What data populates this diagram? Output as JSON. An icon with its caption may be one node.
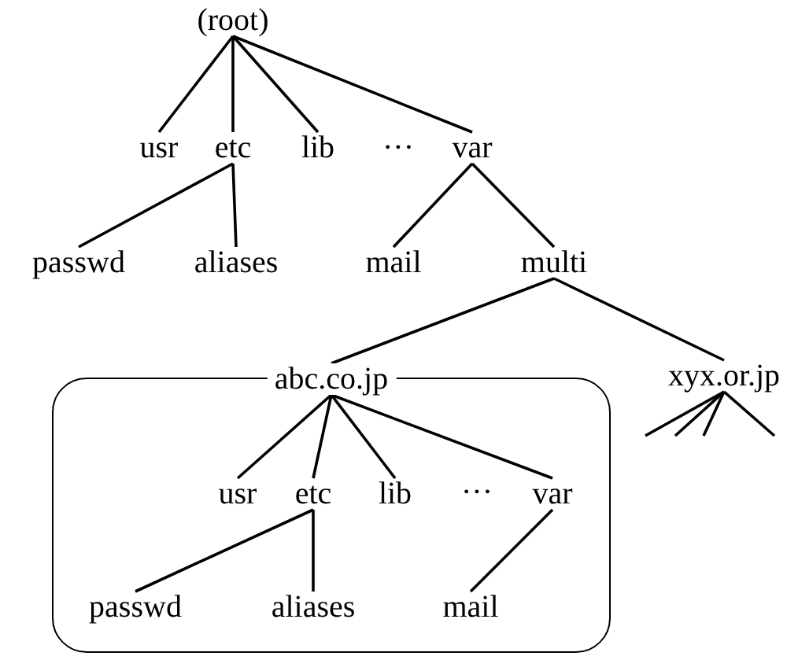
{
  "diagram": {
    "nodes": [
      {
        "text": [
          "(root)"
        ]
      },
      {
        "text": [
          "usr"
        ]
      },
      {
        "text": [
          "etc"
        ]
      },
      {
        "text": [
          "lib"
        ]
      },
      {
        "text": [
          "var"
        ]
      },
      {
        "text": [
          "passwd"
        ]
      },
      {
        "text": [
          "aliases"
        ]
      },
      {
        "text": [
          "mail"
        ]
      },
      {
        "text": [
          "multi"
        ]
      },
      {
        "text": [
          "abc.co.jp"
        ]
      },
      {
        "text": [
          "xyx.or.jp"
        ]
      },
      {
        "text": [
          "usr"
        ],
        "in": 9
      },
      {
        "text": [
          "etc"
        ],
        "in": 9
      },
      {
        "text": [
          "lib"
        ],
        "in": 9
      },
      {
        "text": [
          "var"
        ],
        "in": 9
      },
      {
        "text": [
          "passwd"
        ],
        "in": 9
      },
      {
        "text": [
          "aliases"
        ],
        "in": 9
      },
      {
        "text": [
          "mail"
        ],
        "in": 9
      }
    ],
    "edges": [
      {
        "from": 0,
        "to": 1,
        "arrow": "none"
      },
      {
        "from": 0,
        "to": 2,
        "arrow": "none"
      },
      {
        "from": 0,
        "to": 3,
        "arrow": "none"
      },
      {
        "from": 0,
        "to": 4,
        "arrow": "none"
      },
      {
        "from": 2,
        "to": 5,
        "arrow": "none"
      },
      {
        "from": 2,
        "to": 6,
        "arrow": "none"
      },
      {
        "from": 4,
        "to": 7,
        "arrow": "none"
      },
      {
        "from": 4,
        "to": 8,
        "arrow": "none"
      },
      {
        "from": 8,
        "to": 9,
        "arrow": "none"
      },
      {
        "from": 8,
        "to": 10,
        "arrow": "none"
      },
      {
        "from": 9,
        "to": 11,
        "arrow": "none"
      },
      {
        "from": 9,
        "to": 12,
        "arrow": "none"
      },
      {
        "from": 9,
        "to": 13,
        "arrow": "none"
      },
      {
        "from": 9,
        "to": 14,
        "arrow": "none"
      },
      {
        "from": 12,
        "to": 15,
        "arrow": "none"
      },
      {
        "from": 12,
        "to": 16,
        "arrow": "none"
      },
      {
        "from": 14,
        "to": 17,
        "arrow": "none"
      },
      {
        "from": 10,
        "to": null,
        "arrow": "none"
      },
      {
        "from": 10,
        "to": null,
        "arrow": "none"
      },
      {
        "from": 10,
        "to": null,
        "arrow": "none"
      },
      {
        "from": 10,
        "to": null,
        "arrow": "none"
      }
    ],
    "labels": [
      "···",
      "···"
    ]
  }
}
